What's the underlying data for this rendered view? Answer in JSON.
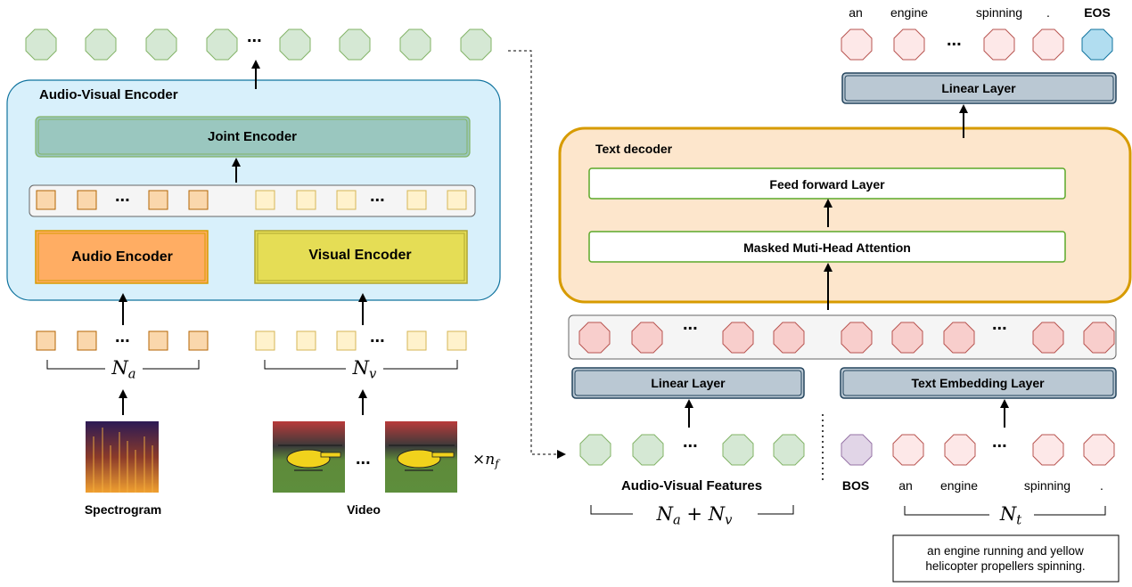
{
  "encoder": {
    "title": "Audio-Visual Encoder",
    "joint_encoder": "Joint Encoder",
    "audio_encoder": "Audio Encoder",
    "visual_encoder": "Visual Encoder"
  },
  "inputs": {
    "spectrogram_label": "Spectrogram",
    "video_label": "Video",
    "n_a": "N",
    "n_a_sub": "a",
    "n_v": "N",
    "n_v_sub": "v",
    "times_n_f": "×n",
    "times_n_f_sub": "f"
  },
  "decoder": {
    "title": "Text decoder",
    "feed_forward": "Feed forward Layer",
    "masked_attention": "Masked Muti-Head Attention",
    "linear_layer_top": "Linear Layer",
    "linear_layer_bottom": "Linear Layer",
    "text_embedding": "Text Embedding Layer"
  },
  "features": {
    "label": "Audio-Visual Features",
    "n_sum": "N",
    "n_sum_a_sub": "a",
    "n_sum_plus": "+ N",
    "n_sum_v_sub": "v"
  },
  "tokens": {
    "bos": "BOS",
    "eos": "EOS",
    "bottom": [
      "an",
      "engine",
      "spinning",
      "."
    ],
    "top": [
      "an",
      "engine",
      "spinning",
      "."
    ],
    "n_t": "N",
    "n_t_sub": "t"
  },
  "caption": {
    "line1": "an engine running and yellow",
    "line2": "helicopter propellers spinning."
  },
  "ellipsis": "...",
  "colors": {
    "green_fill": "#d5e8d4",
    "green_stroke": "#82b366",
    "red_fill": "#f8cecc",
    "red_stroke": "#b85450",
    "pink_fill": "#fde8e8",
    "blue_fill": "#b1ddf0",
    "purple_fill": "#e1d5e7",
    "encoder_bg": "#d8f0fb",
    "decoder_bg": "#fde6cc",
    "joint_fill": "#9ac7bf",
    "audio_fill": "#ffad63",
    "visual_fill": "#e5dd55",
    "linear_fill": "#bac8d3"
  }
}
